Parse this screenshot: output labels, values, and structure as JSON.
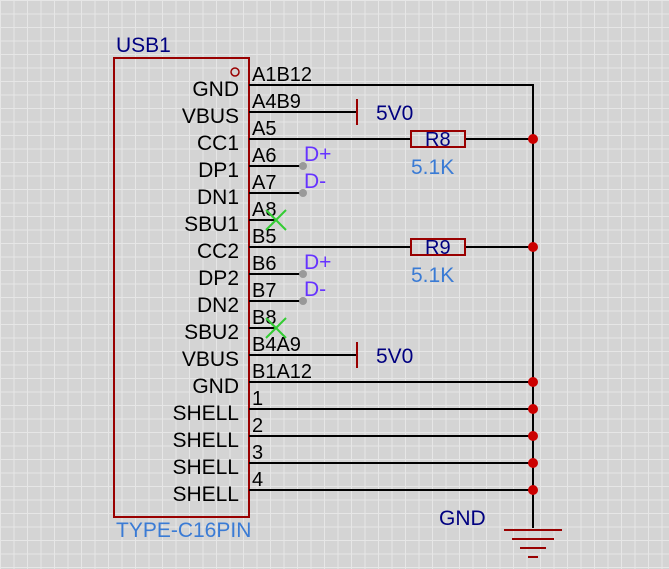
{
  "component": {
    "designator": "USB1",
    "part": "TYPE-C16PIN",
    "pins": [
      {
        "name": "GND",
        "number": "A1B12"
      },
      {
        "name": "VBUS",
        "number": "A4B9"
      },
      {
        "name": "CC1",
        "number": "A5"
      },
      {
        "name": "DP1",
        "number": "A6"
      },
      {
        "name": "DN1",
        "number": "A7"
      },
      {
        "name": "SBU1",
        "number": "A8"
      },
      {
        "name": "CC2",
        "number": "B5"
      },
      {
        "name": "DP2",
        "number": "B6"
      },
      {
        "name": "DN2",
        "number": "B7"
      },
      {
        "name": "SBU2",
        "number": "B8"
      },
      {
        "name": "VBUS",
        "number": "B4A9"
      },
      {
        "name": "GND",
        "number": "B1A12"
      },
      {
        "name": "SHELL",
        "number": "1"
      },
      {
        "name": "SHELL",
        "number": "2"
      },
      {
        "name": "SHELL",
        "number": "3"
      },
      {
        "name": "SHELL",
        "number": "4"
      }
    ]
  },
  "nets": {
    "vbus_top": "5V0",
    "vbus_bottom": "5V0",
    "dp1": "D+",
    "dn1": "D-",
    "dp2": "D+",
    "dn2": "D-",
    "ground": "GND"
  },
  "resistors": [
    {
      "designator": "R8",
      "value": "5.1K"
    },
    {
      "designator": "R9",
      "value": "5.1K"
    }
  ],
  "colors": {
    "wire": "#000000",
    "component": "#990000",
    "designator": "#000080",
    "value_text": "#3a7bd5",
    "net_label_text": "#6633ff",
    "no_connect": "#33cc33",
    "junction": "#cc0000"
  }
}
